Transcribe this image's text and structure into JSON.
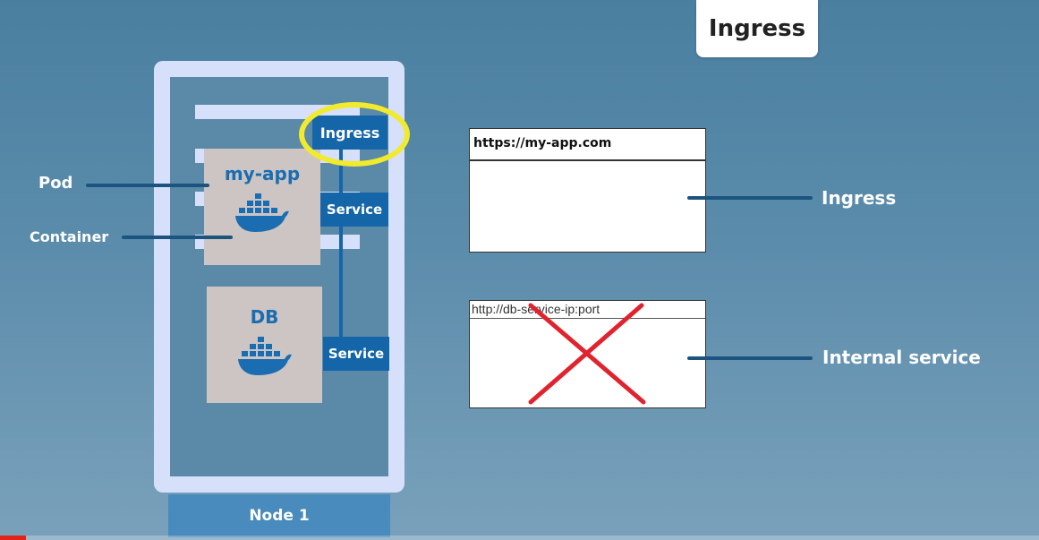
{
  "title": "Ingress",
  "node": {
    "label": "Node 1"
  },
  "pods": {
    "app": {
      "title": "my-app"
    },
    "db": {
      "title": "DB"
    }
  },
  "services": {
    "ingress_box": "Ingress",
    "app_service": "Service",
    "db_service": "Service"
  },
  "left_labels": {
    "pod": "Pod",
    "container": "Container"
  },
  "browsers": {
    "ingress_url": "https://my-app.com",
    "internal_url": "http://db-service-ip:port"
  },
  "right_labels": {
    "ingress": "Ingress",
    "internal": "Internal service"
  },
  "icons": {
    "container": "docker-whale-icon",
    "cross": "red-x-icon"
  },
  "colors": {
    "service_blue": "#1466a8",
    "highlight": "#f2ea2c",
    "cross": "#e0242f"
  },
  "video": {
    "progress": 0.025
  }
}
